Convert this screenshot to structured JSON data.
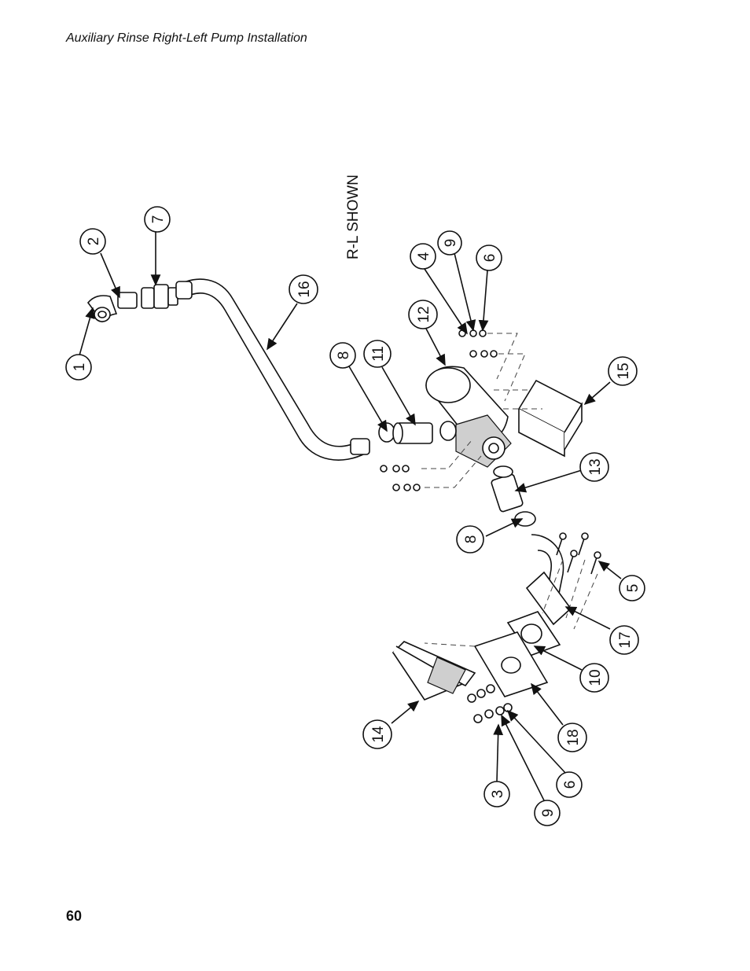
{
  "header": {
    "title": "Auxiliary Rinse Right-Left Pump Installation"
  },
  "footer": {
    "page_number": "60"
  },
  "diagram": {
    "note": "R-L SHOWN",
    "callouts": [
      "1",
      "2",
      "7",
      "16",
      "8",
      "11",
      "12",
      "4",
      "9",
      "6",
      "15",
      "13",
      "8",
      "5",
      "17",
      "10",
      "18",
      "14",
      "3",
      "9",
      "6"
    ]
  },
  "colors": {
    "ink": "#111111",
    "shade": "#cfcfcf"
  }
}
